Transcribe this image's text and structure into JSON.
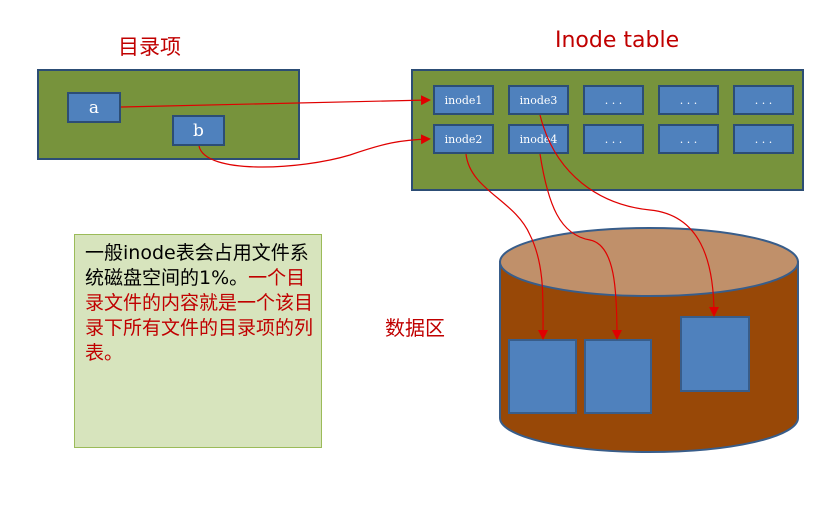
{
  "titles": {
    "directory_entries": "目录项",
    "inode_table": "Inode table",
    "data_area": "数据区"
  },
  "directory_entries": [
    "a",
    "b"
  ],
  "inode_table": {
    "row1": [
      "inode1",
      "inode3",
      ". . .",
      ". . .",
      ". . ."
    ],
    "row2": [
      "inode2",
      "inode4",
      ". . .",
      ". . .",
      ". . ."
    ]
  },
  "note": {
    "black_text": "一般inode表会占用文件系统磁盘空间的1%。",
    "red_text": "一个目录文件的内容就是一个该目录下所有文件的目录项的列表。"
  },
  "colors": {
    "title_red": "#c00000",
    "panel_green": "#77933c",
    "box_blue": "#4f81bd",
    "border_dark_blue": "#2c4d75",
    "note_bg": "#d7e4bd",
    "cylinder_body": "#984807",
    "cylinder_top": "#c0906a",
    "arrow_red": "#e00000"
  }
}
